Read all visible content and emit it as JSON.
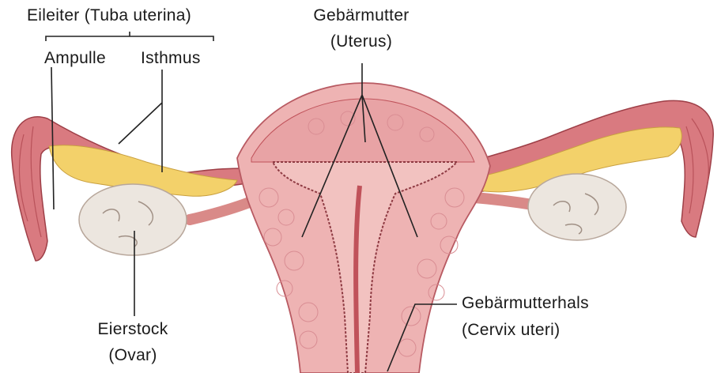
{
  "labels": {
    "tube_title": "Eileiter (Tuba uterina)",
    "ampulla": "Ampulle",
    "isthmus": "Isthmus",
    "uterus_line1": "Gebärmutter",
    "uterus_line2": "(Uterus)",
    "ovary_line1": "Eierstock",
    "ovary_line2": "(Ovar)",
    "cervix_line1": "Gebärmutterhals",
    "cervix_line2": "(Cervix uteri)"
  },
  "colors": {
    "muscle": "#eeb3b3",
    "muscle_dark": "#c0525a",
    "cavity": "#f2c2c0",
    "tube": "#d9737b",
    "tube_lumen": "#f3d16a",
    "ovary": "#ece6df",
    "line": "#222222"
  }
}
